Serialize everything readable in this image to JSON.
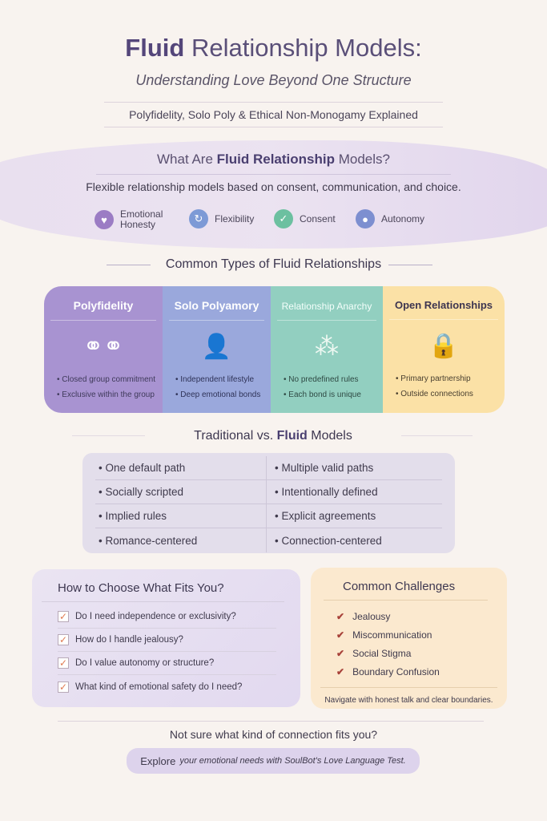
{
  "header": {
    "title_bold": "Fluid",
    "title_rest": "Relationship Models:",
    "subtitle": "Understanding Love Beyond One Structure",
    "tagline": "Polyfidelity, Solo Poly & Ethical Non-Monogamy Explained"
  },
  "what": {
    "title_pre": "What Are",
    "title_bold": "Fluid Relationship",
    "title_post": "Models?",
    "description": "Flexible relationship models based on consent, communication, and choice.",
    "features": [
      {
        "icon": "heart-icon",
        "label": "Emotional Honesty",
        "color": "#9b7cc4"
      },
      {
        "icon": "refresh-icon",
        "label": "Flexibility",
        "color": "#7d9ad6"
      },
      {
        "icon": "check-icon",
        "label": "Consent",
        "color": "#6cc0a0"
      },
      {
        "icon": "person-icon",
        "label": "Autonomy",
        "color": "#7d8fd0"
      }
    ]
  },
  "types": {
    "title": "Common Types of Fluid Relationships",
    "cards": [
      {
        "title": "Polyfidelity",
        "icon": "linked-rings-icon",
        "color": "#a893d1",
        "points": [
          "Closed group commitment",
          "Exclusive within the group"
        ]
      },
      {
        "title": "Solo Polyamory",
        "icon": "person-network-icon",
        "color": "#9aa8dc",
        "points": [
          "Independent lifestyle",
          "Deep emotional bonds"
        ]
      },
      {
        "title": "Relationship Anarchy",
        "icon": "network-nodes-icon",
        "color": "#92cfc0",
        "points": [
          "No predefined rules",
          "Each bond is unique"
        ]
      },
      {
        "title": "Open Relationships",
        "icon": "padlock-icon",
        "color": "#fbe1a6",
        "points": [
          "Primary partnership",
          "Outside connections"
        ]
      }
    ]
  },
  "compare": {
    "title_pre": "Traditional vs.",
    "title_bold": "Fluid",
    "title_post": "Models",
    "rows": [
      [
        "One default path",
        "Multiple valid paths"
      ],
      [
        "Socially scripted",
        "Intentionally defined"
      ],
      [
        "Implied rules",
        "Explicit agreements"
      ],
      [
        "Romance-centered",
        "Connection-centered"
      ]
    ]
  },
  "choose": {
    "title": "How to Choose What Fits You?",
    "questions": [
      "Do I need independence or exclusivity?",
      "How do I handle jealousy?",
      "Do I value autonomy or structure?",
      "What kind of emotional safety do I need?"
    ]
  },
  "challenges": {
    "title": "Common Challenges",
    "items": [
      "Jealousy",
      "Miscommunication",
      "Social Stigma",
      "Boundary Confusion"
    ],
    "note": "Navigate with honest talk and clear boundaries."
  },
  "cta": {
    "question": "Not sure what kind of connection fits you?",
    "button_bold": "Explore",
    "button_rest": "your emotional needs with SoulBot's Love Language Test."
  }
}
